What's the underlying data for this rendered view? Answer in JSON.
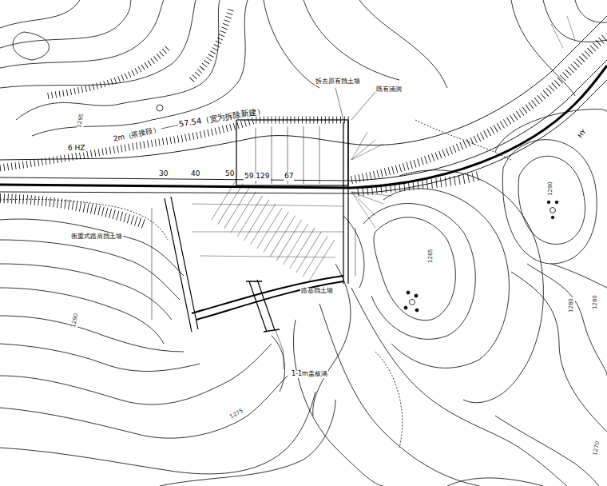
{
  "diagram": {
    "labels": [
      "57.54（宽为拆除新建）",
      "2m（搭接段）",
      "6 HZ",
      "30",
      "40",
      "50",
      "59.129",
      "67",
      "拆去原有挡土墙",
      "既有涵洞",
      "HY",
      "衡重式路肩挡土墙",
      "路基挡土墙",
      "1-1m盖板涵",
      "1295",
      "1290",
      "1285",
      "1290",
      "1280",
      "1280",
      "1275",
      "1270"
    ]
  }
}
